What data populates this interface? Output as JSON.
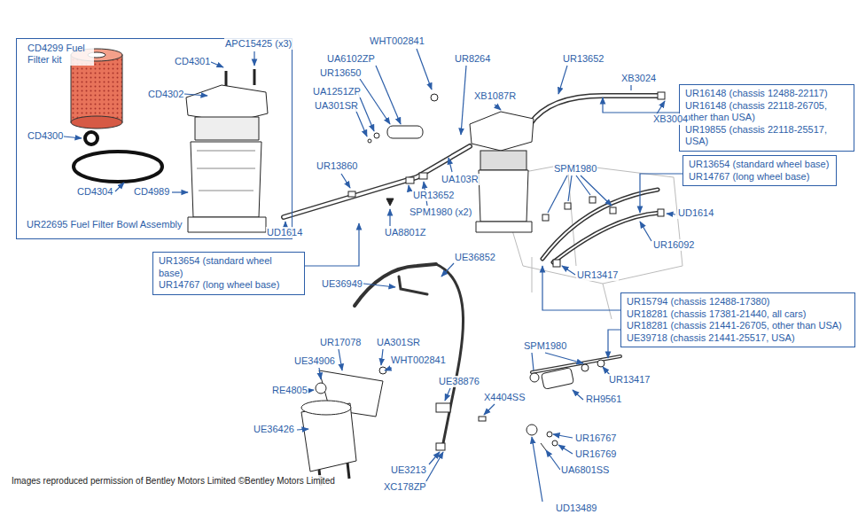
{
  "diagram": {
    "nodes": [
      {
        "text": [
          "UR22695 Fuel Filter Bowl Assembly"
        ]
      },
      {
        "text": [
          "UR16148 (chassis 12488-22117)",
          "UR16148 (chassis 22118-26705, other than USA)",
          "UR19855 (chassis 22118-25517, USA)"
        ]
      },
      {
        "text": [
          "UR13654 (standard wheel base)",
          "UR14767 (long wheel base)"
        ]
      },
      {
        "text": [
          "UR13654 (standard wheel base)",
          "UR14767 (long wheel base)"
        ]
      },
      {
        "text": [
          "UR15794 (chassis 12488-17380)",
          "UR18281 (chassis  17381-21440, all cars)",
          "UR18281 (chassis 21441-26705, other than USA)",
          "UE39718 (chassis 21441-25517, USA)"
        ]
      }
    ],
    "edges": [],
    "labels": [
      "CD4299 Fuel Filter kit",
      "CD4301",
      "APC15425 (x3)",
      "CD4302",
      "CD4300",
      "CD4304",
      "CD4989",
      "WHT002841",
      "UA6102ZP",
      "UR13650",
      "UA1251ZP",
      "UA301SR",
      "UR8264",
      "XB1087R",
      "UR13652",
      "XB3024",
      "XB3004",
      "UR13860",
      "UA103R",
      "UR13652",
      "SPM1980 (x2)",
      "UD1614",
      "UA8801Z",
      "SPM1980",
      "UD1614",
      "UR16092",
      "UR13417",
      "UE36852",
      "UE36949",
      "UR17078",
      "UA301SR",
      "UE34906",
      "WHT002841",
      "RE4805",
      "UE36426",
      "SPM1980",
      "UE38876",
      "X4404SS",
      "RH9561",
      "UR13417",
      "UE3213",
      "XC178ZP",
      "UR16767",
      "UR16769",
      "UA6801SS",
      "UD13489",
      "Images reproduced permission of Bentley Motors Limited ©Bentley Motors Limited"
    ]
  }
}
